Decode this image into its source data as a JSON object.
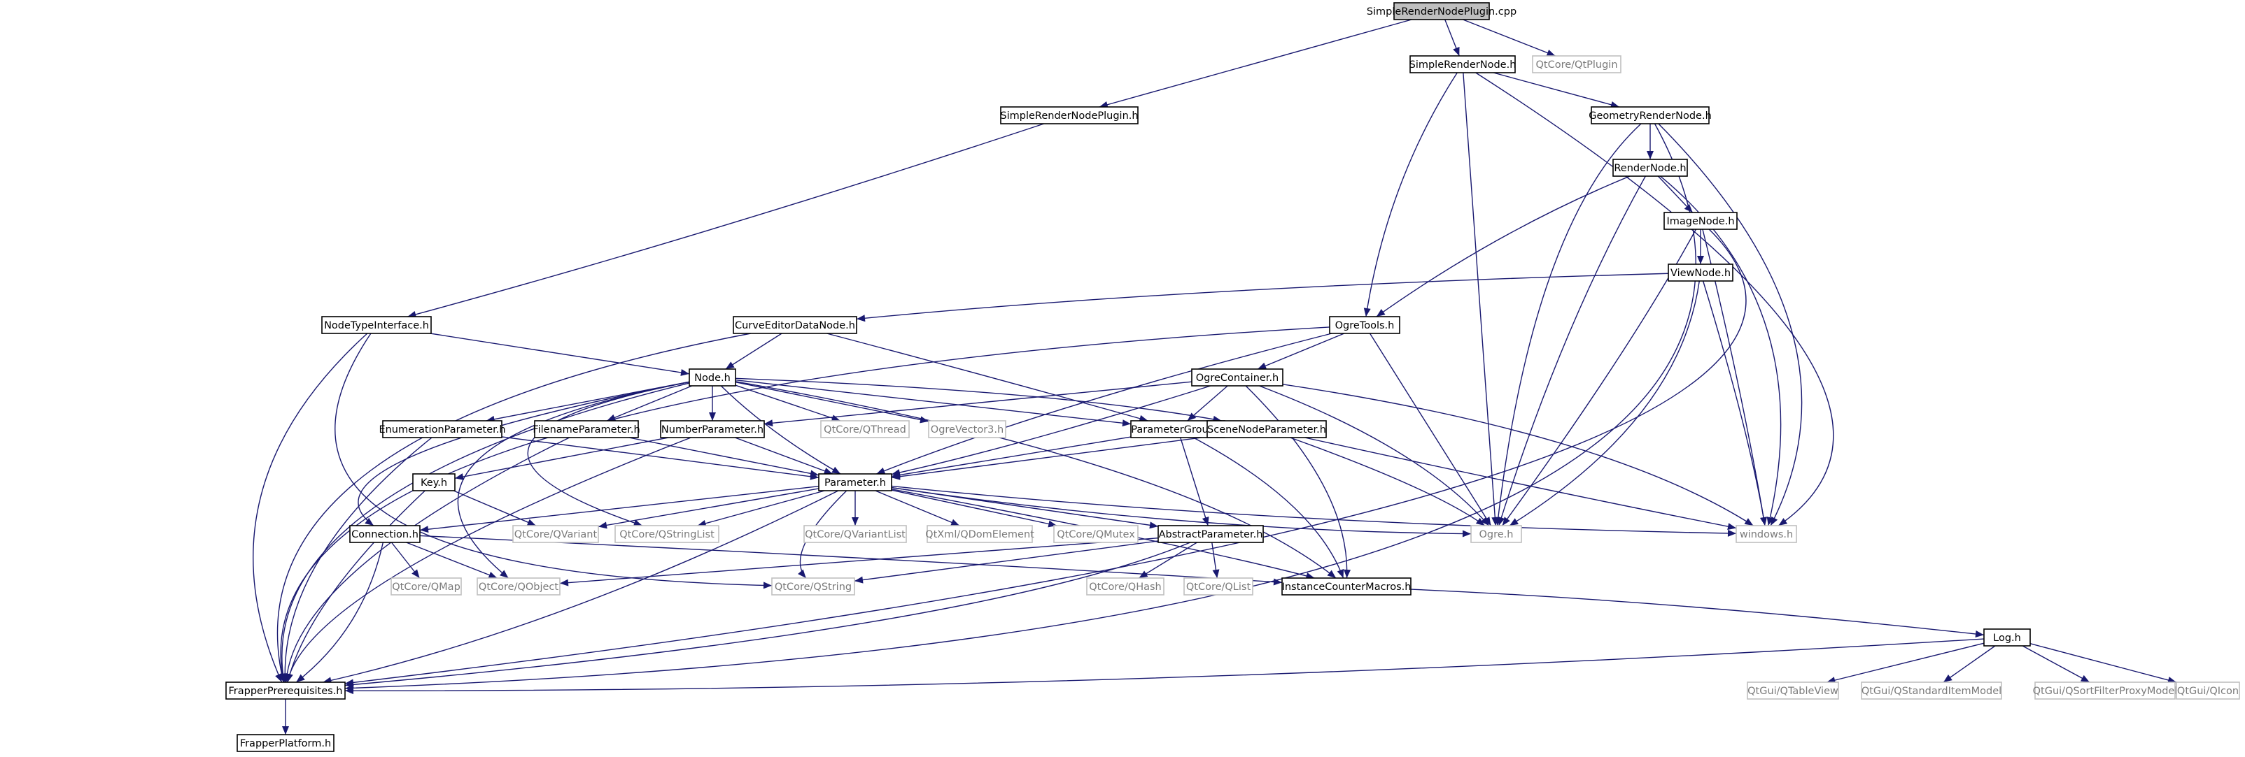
{
  "colors": {
    "edge": "#191970",
    "local_border": "#000000",
    "external_border": "#bfbfbf",
    "external_text": "#7a7a7a",
    "root_fill": "#bfbfbf",
    "background": "#ffffff"
  },
  "nodes": [
    {
      "id": "n_root",
      "label": "SimpleRenderNodePlugin.cpp",
      "kind": "root"
    },
    {
      "id": "n_srn",
      "label": "SimpleRenderNode.h",
      "kind": "local"
    },
    {
      "id": "n_qtplugin",
      "label": "QtCore/QtPlugin",
      "kind": "ext"
    },
    {
      "id": "n_srnp",
      "label": "SimpleRenderNodePlugin.h",
      "kind": "local"
    },
    {
      "id": "n_grn",
      "label": "GeometryRenderNode.h",
      "kind": "local"
    },
    {
      "id": "n_rn",
      "label": "RenderNode.h",
      "kind": "local"
    },
    {
      "id": "n_in",
      "label": "ImageNode.h",
      "kind": "local"
    },
    {
      "id": "n_vn",
      "label": "ViewNode.h",
      "kind": "local"
    },
    {
      "id": "n_nti",
      "label": "NodeTypeInterface.h",
      "kind": "local"
    },
    {
      "id": "n_cedn",
      "label": "CurveEditorDataNode.h",
      "kind": "local"
    },
    {
      "id": "n_ot",
      "label": "OgreTools.h",
      "kind": "local"
    },
    {
      "id": "n_node",
      "label": "Node.h",
      "kind": "local"
    },
    {
      "id": "n_oc",
      "label": "OgreContainer.h",
      "kind": "local"
    },
    {
      "id": "n_ep",
      "label": "EnumerationParameter.h",
      "kind": "local"
    },
    {
      "id": "n_fp",
      "label": "FilenameParameter.h",
      "kind": "local"
    },
    {
      "id": "n_np",
      "label": "NumberParameter.h",
      "kind": "local"
    },
    {
      "id": "n_qthread",
      "label": "QtCore/QThread",
      "kind": "ext"
    },
    {
      "id": "n_ov3",
      "label": "OgreVector3.h",
      "kind": "ext"
    },
    {
      "id": "n_pg",
      "label": "ParameterGroup.h",
      "kind": "local"
    },
    {
      "id": "n_snp",
      "label": "SceneNodeParameter.h",
      "kind": "local"
    },
    {
      "id": "n_key",
      "label": "Key.h",
      "kind": "local"
    },
    {
      "id": "n_param",
      "label": "Parameter.h",
      "kind": "local"
    },
    {
      "id": "n_conn",
      "label": "Connection.h",
      "kind": "local"
    },
    {
      "id": "n_qvariant",
      "label": "QtCore/QVariant",
      "kind": "ext"
    },
    {
      "id": "n_qsl",
      "label": "QtCore/QStringList",
      "kind": "ext"
    },
    {
      "id": "n_qvl",
      "label": "QtCore/QVariantList",
      "kind": "ext"
    },
    {
      "id": "n_qde",
      "label": "QtXml/QDomElement",
      "kind": "ext"
    },
    {
      "id": "n_qmutex",
      "label": "QtCore/QMutex",
      "kind": "ext"
    },
    {
      "id": "n_ap",
      "label": "AbstractParameter.h",
      "kind": "local"
    },
    {
      "id": "n_ogre",
      "label": "Ogre.h",
      "kind": "ext"
    },
    {
      "id": "n_win",
      "label": "windows.h",
      "kind": "ext"
    },
    {
      "id": "n_qmap",
      "label": "QtCore/QMap",
      "kind": "ext"
    },
    {
      "id": "n_qobject",
      "label": "QtCore/QObject",
      "kind": "ext"
    },
    {
      "id": "n_qstring",
      "label": "QtCore/QString",
      "kind": "ext"
    },
    {
      "id": "n_qhash",
      "label": "QtCore/QHash",
      "kind": "ext"
    },
    {
      "id": "n_qlist",
      "label": "QtCore/QList",
      "kind": "ext"
    },
    {
      "id": "n_icm",
      "label": "InstanceCounterMacros.h",
      "kind": "local"
    },
    {
      "id": "n_log",
      "label": "Log.h",
      "kind": "local"
    },
    {
      "id": "n_fpre",
      "label": "FrapperPrerequisites.h",
      "kind": "local"
    },
    {
      "id": "n_qtv",
      "label": "QtGui/QTableView",
      "kind": "ext"
    },
    {
      "id": "n_qsim",
      "label": "QtGui/QStandardItemModel",
      "kind": "ext"
    },
    {
      "id": "n_qsfpm",
      "label": "QtGui/QSortFilterProxyModel",
      "kind": "ext"
    },
    {
      "id": "n_qicon",
      "label": "QtGui/QIcon",
      "kind": "ext"
    },
    {
      "id": "n_fplat",
      "label": "FrapperPlatform.h",
      "kind": "local"
    }
  ],
  "edges": [
    [
      "n_root",
      "n_srn"
    ],
    [
      "n_root",
      "n_qtplugin"
    ],
    [
      "n_root",
      "n_srnp"
    ],
    [
      "n_srnp",
      "n_nti"
    ],
    [
      "n_srn",
      "n_grn"
    ],
    [
      "n_srn",
      "n_ot"
    ],
    [
      "n_srn",
      "n_ogre"
    ],
    [
      "n_srn",
      "n_win"
    ],
    [
      "n_grn",
      "n_rn"
    ],
    [
      "n_grn",
      "n_ogre"
    ],
    [
      "n_grn",
      "n_win"
    ],
    [
      "n_grn",
      "n_fpre"
    ],
    [
      "n_rn",
      "n_in"
    ],
    [
      "n_rn",
      "n_ot"
    ],
    [
      "n_rn",
      "n_ogre"
    ],
    [
      "n_rn",
      "n_win"
    ],
    [
      "n_in",
      "n_vn"
    ],
    [
      "n_in",
      "n_ogre"
    ],
    [
      "n_in",
      "n_win"
    ],
    [
      "n_in",
      "n_fpre"
    ],
    [
      "n_vn",
      "n_cedn"
    ],
    [
      "n_vn",
      "n_ogre"
    ],
    [
      "n_vn",
      "n_win"
    ],
    [
      "n_nti",
      "n_node"
    ],
    [
      "n_nti",
      "n_fpre"
    ],
    [
      "n_nti",
      "n_qstring"
    ],
    [
      "n_cedn",
      "n_node"
    ],
    [
      "n_cedn",
      "n_pg"
    ],
    [
      "n_cedn",
      "n_fpre"
    ],
    [
      "n_ot",
      "n_oc"
    ],
    [
      "n_ot",
      "n_param"
    ],
    [
      "n_ot",
      "n_ogre"
    ],
    [
      "n_ot",
      "n_fpre"
    ],
    [
      "n_node",
      "n_ep"
    ],
    [
      "n_node",
      "n_fp"
    ],
    [
      "n_node",
      "n_np"
    ],
    [
      "n_node",
      "n_qthread"
    ],
    [
      "n_node",
      "n_ov3"
    ],
    [
      "n_node",
      "n_pg"
    ],
    [
      "n_node",
      "n_snp"
    ],
    [
      "n_node",
      "n_param"
    ],
    [
      "n_node",
      "n_conn"
    ],
    [
      "n_node",
      "n_qobject"
    ],
    [
      "n_node",
      "n_qsl"
    ],
    [
      "n_node",
      "n_icm"
    ],
    [
      "n_node",
      "n_fpre"
    ],
    [
      "n_oc",
      "n_np"
    ],
    [
      "n_oc",
      "n_pg"
    ],
    [
      "n_oc",
      "n_param"
    ],
    [
      "n_oc",
      "n_ogre"
    ],
    [
      "n_oc",
      "n_win"
    ],
    [
      "n_oc",
      "n_icm"
    ],
    [
      "n_ep",
      "n_param"
    ],
    [
      "n_ep",
      "n_fpre"
    ],
    [
      "n_fp",
      "n_param"
    ],
    [
      "n_fp",
      "n_fpre"
    ],
    [
      "n_np",
      "n_key"
    ],
    [
      "n_np",
      "n_param"
    ],
    [
      "n_np",
      "n_fpre"
    ],
    [
      "n_pg",
      "n_param"
    ],
    [
      "n_pg",
      "n_ap"
    ],
    [
      "n_pg",
      "n_icm"
    ],
    [
      "n_snp",
      "n_param"
    ],
    [
      "n_snp",
      "n_ogre"
    ],
    [
      "n_snp",
      "n_win"
    ],
    [
      "n_key",
      "n_qvariant"
    ],
    [
      "n_key",
      "n_fpre"
    ],
    [
      "n_param",
      "n_conn"
    ],
    [
      "n_param",
      "n_qvariant"
    ],
    [
      "n_param",
      "n_qsl"
    ],
    [
      "n_param",
      "n_qvl"
    ],
    [
      "n_param",
      "n_qde"
    ],
    [
      "n_param",
      "n_qmutex"
    ],
    [
      "n_param",
      "n_ap"
    ],
    [
      "n_param",
      "n_ogre"
    ],
    [
      "n_param",
      "n_win"
    ],
    [
      "n_param",
      "n_icm"
    ],
    [
      "n_param",
      "n_qstring"
    ],
    [
      "n_param",
      "n_fpre"
    ],
    [
      "n_conn",
      "n_qmap"
    ],
    [
      "n_conn",
      "n_qobject"
    ],
    [
      "n_conn",
      "n_icm"
    ],
    [
      "n_conn",
      "n_fpre"
    ],
    [
      "n_ap",
      "n_qobject"
    ],
    [
      "n_ap",
      "n_qstring"
    ],
    [
      "n_ap",
      "n_qhash"
    ],
    [
      "n_ap",
      "n_qlist"
    ],
    [
      "n_ap",
      "n_fpre"
    ],
    [
      "n_icm",
      "n_log"
    ],
    [
      "n_log",
      "n_qtv"
    ],
    [
      "n_log",
      "n_qsim"
    ],
    [
      "n_log",
      "n_qsfpm"
    ],
    [
      "n_log",
      "n_qicon"
    ],
    [
      "n_log",
      "n_fpre"
    ],
    [
      "n_fpre",
      "n_fplat"
    ]
  ]
}
